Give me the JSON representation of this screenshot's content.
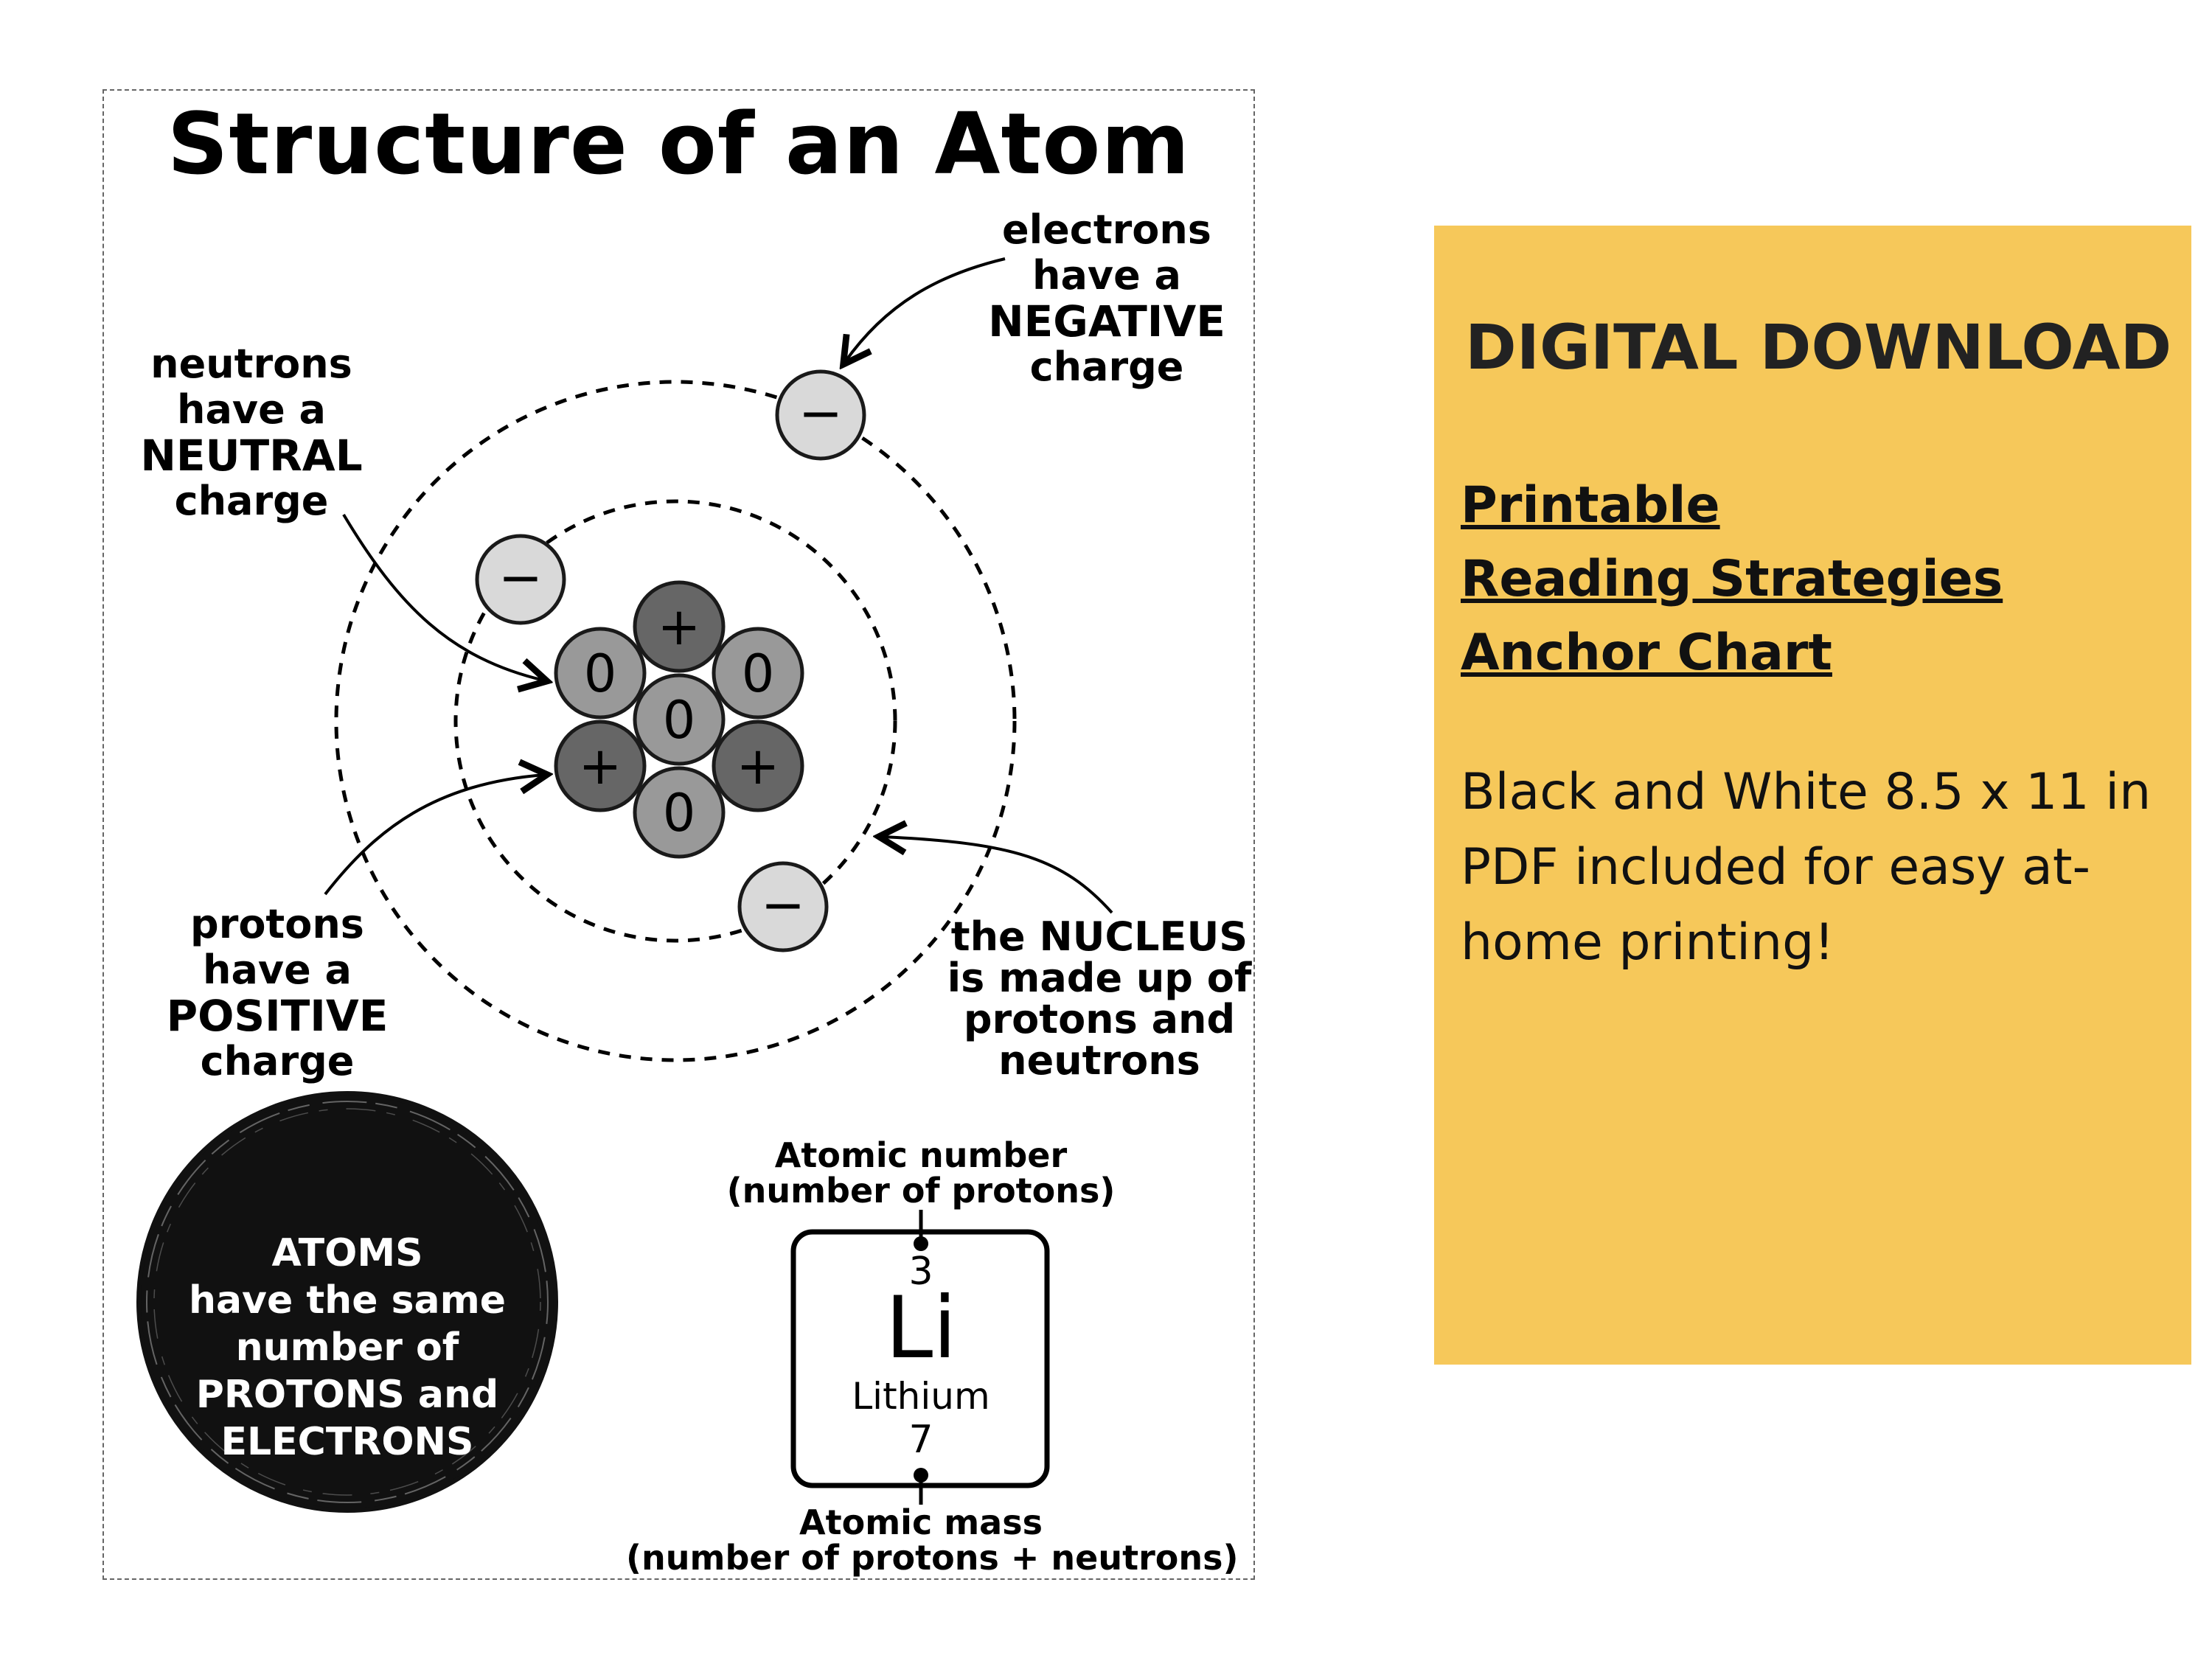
{
  "poster": {
    "title": "Structure of an Atom",
    "electron_label": [
      "electrons",
      "have a",
      "NEGATIVE",
      "charge"
    ],
    "neutron_label": [
      "neutrons",
      "have a",
      "NEUTRAL",
      "charge"
    ],
    "proton_label": [
      "protons",
      "have a",
      "POSITIVE",
      "charge"
    ],
    "nucleus_label": [
      "the NUCLEUS",
      "is made up of",
      "protons and",
      "neutrons"
    ],
    "electron_symbol": "−",
    "proton_symbol": "+",
    "neutron_symbol": "0",
    "atoms_note": [
      "ATOMS",
      "have the same",
      "number of",
      "PROTONS and",
      "ELECTRONS"
    ],
    "element": {
      "atomic_number_label": "Atomic number",
      "atomic_number_desc": "(number of protons)",
      "number": "3",
      "symbol": "Li",
      "name": "Lithium",
      "mass": "7",
      "atomic_mass_label": "Atomic mass",
      "atomic_mass_desc": "(number of protons + neutrons)"
    }
  },
  "promo": {
    "heading": "DIGITAL DOWNLOAD",
    "links": [
      "Printable",
      "Reading Strategies",
      "Anchor Chart"
    ],
    "description": [
      "Black and White 8.5 x 11 in",
      "PDF included for easy at-",
      "home printing!"
    ],
    "background_color": "#f6c85a"
  }
}
